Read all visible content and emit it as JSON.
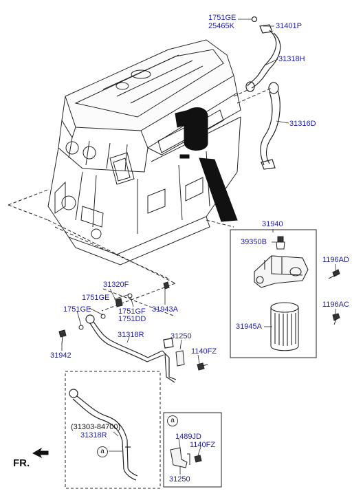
{
  "labels": {
    "p1751GE_top": "1751GE",
    "p25465K": "25465K",
    "p31401P": "31401P",
    "p31318H": "31318H",
    "p31316D": "31316D",
    "p31940": "31940",
    "p39350B": "39350B",
    "p1196AD": "1196AD",
    "p1196AC": "1196AC",
    "p31945A": "31945A",
    "p31320F": "31320F",
    "p1751GE_mid": "1751GE",
    "p1751GE_left": "1751GE",
    "p1751GF": "1751GF",
    "p1751DD": "1751DD",
    "p31943A": "31943A",
    "p31942": "31942",
    "p31318R": "31318R",
    "p31250": "31250",
    "p1140FZ": "1140FZ",
    "p31303": "(31303-84700)",
    "p31318R_box": "31318R",
    "p1489JD": "1489JD",
    "p1140FZ_box": "1140FZ",
    "p31250_box": "31250"
  },
  "callouts": {
    "detail_a": "a",
    "box_a": "a"
  },
  "front_label": "FR.",
  "colors": {
    "part_number": "#1a1aa8",
    "line": "#222222"
  },
  "icons": {
    "front_arrow": "arrow-left-icon"
  }
}
